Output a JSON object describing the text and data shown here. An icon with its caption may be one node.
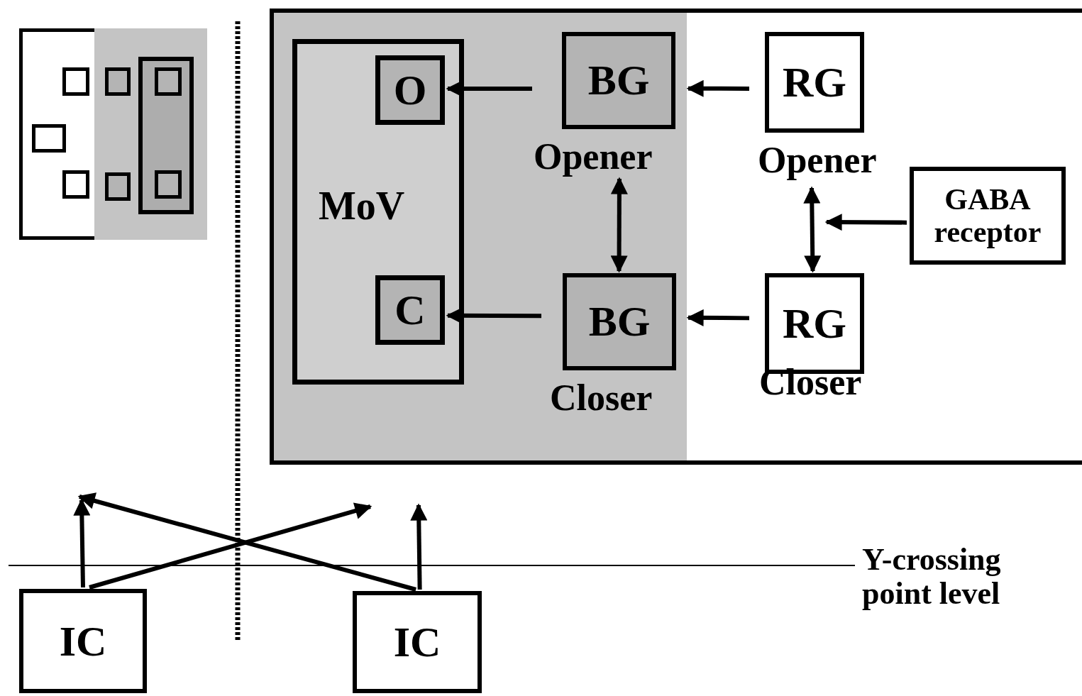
{
  "diagram": {
    "nodes": [
      {
        "text": [],
        "shape": "box"
      },
      {
        "text": [],
        "shape": "box",
        "in": 0
      },
      {
        "text": [
          "MoV"
        ],
        "in": 1
      },
      {
        "text": [
          "O"
        ],
        "in": 2
      },
      {
        "text": [
          "C"
        ],
        "in": 2
      },
      {
        "text": [
          "BG",
          "Opener"
        ],
        "in": 1
      },
      {
        "text": [
          "BG",
          "Closer"
        ],
        "in": 1
      },
      {
        "text": [
          "RG",
          "Opener"
        ],
        "in": 0
      },
      {
        "text": [
          "GABA receptor"
        ],
        "in": 0
      },
      {
        "text": [
          "RG",
          "Closer"
        ],
        "in": 0
      },
      {
        "text": [
          "IC"
        ]
      },
      {
        "text": [
          "IC"
        ]
      },
      {
        "text": [],
        "shape": "box"
      },
      {
        "text": [],
        "shape": "box",
        "in": 12
      },
      {
        "text": [],
        "shape": "box",
        "in": 13
      },
      {
        "text": [],
        "shape": "box",
        "in": 12
      },
      {
        "text": [],
        "shape": "box",
        "in": 12
      },
      {
        "text": [],
        "shape": "box",
        "in": 12
      },
      {
        "text": [],
        "shape": "box",
        "in": 13
      },
      {
        "text": [],
        "shape": "box",
        "in": 13
      },
      {
        "text": [],
        "shape": "box",
        "in": 14
      },
      {
        "text": [],
        "shape": "box",
        "in": 14
      }
    ],
    "edges": [
      {
        "from": 5,
        "to": 3,
        "arrow": "to"
      },
      {
        "from": 7,
        "to": 1,
        "arrow": "to"
      },
      {
        "from": 6,
        "to": 4,
        "arrow": "to"
      },
      {
        "from": 9,
        "to": 1,
        "arrow": "to"
      },
      {
        "from": 5,
        "to": 6,
        "arrow": "both"
      },
      {
        "from": 7,
        "to": 9,
        "arrow": "both"
      },
      {
        "from": 8,
        "to": null,
        "arrow": "to"
      },
      {
        "from": 10,
        "to": null,
        "arrow": "to"
      },
      {
        "from": 10,
        "to": null,
        "arrow": "to"
      },
      {
        "from": 11,
        "to": null,
        "arrow": "to"
      },
      {
        "from": 11,
        "to": null,
        "arrow": "to"
      }
    ],
    "labels": [
      "Y-crossing point level"
    ]
  }
}
